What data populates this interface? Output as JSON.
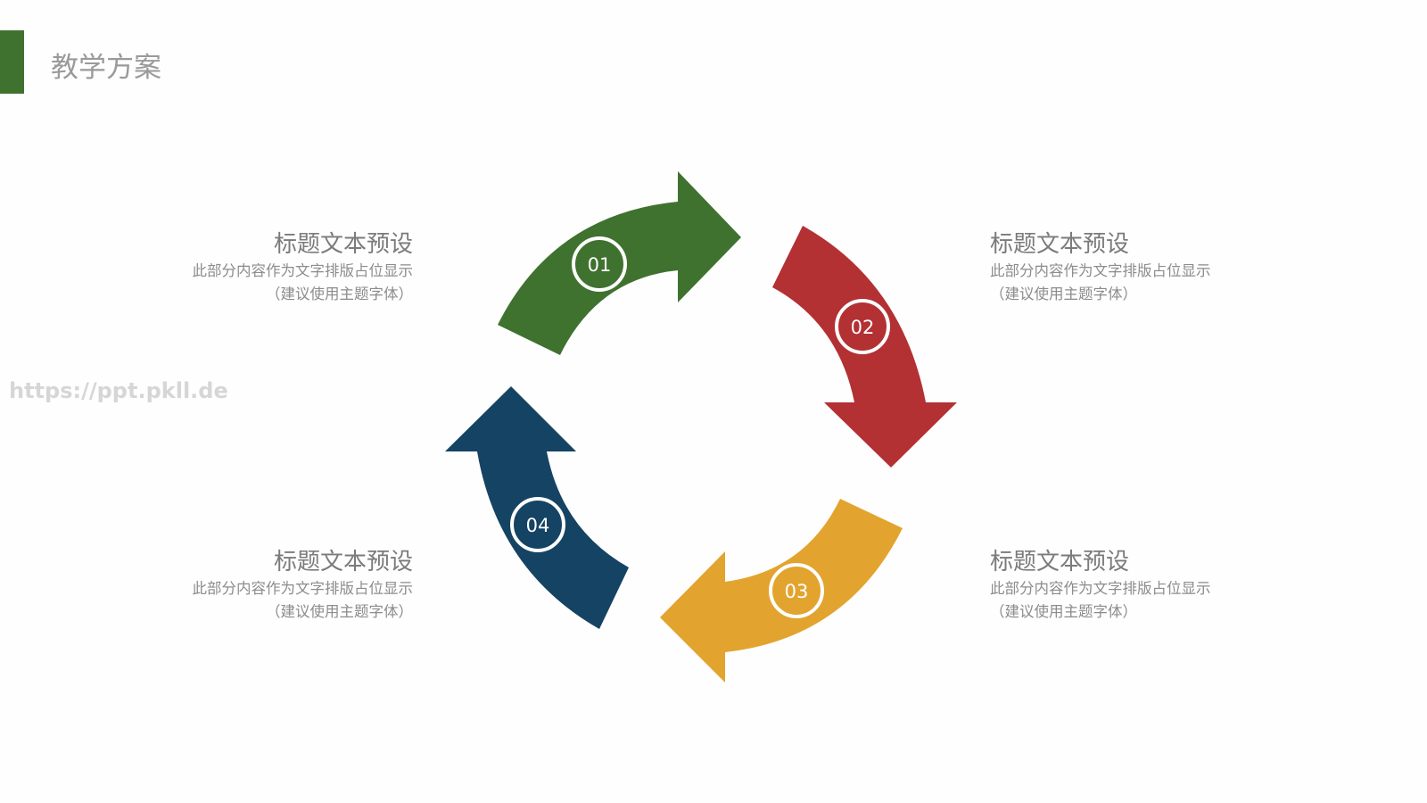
{
  "header": {
    "title": "教学方案",
    "accent_color": "#3f722f"
  },
  "watermark": "https://ppt.pkll.de",
  "steps": [
    {
      "number": "01",
      "color": "#3f722f",
      "direction": "right",
      "title": "标题文本预设",
      "desc_line1": "此部分内容作为文字排版占位显示",
      "desc_line2": "（建议使用主题字体）"
    },
    {
      "number": "02",
      "color": "#b33033",
      "direction": "down",
      "title": "标题文本预设",
      "desc_line1": "此部分内容作为文字排版占位显示",
      "desc_line2": "（建议使用主题字体）"
    },
    {
      "number": "03",
      "color": "#e2a42e",
      "direction": "left",
      "title": "标题文本预设",
      "desc_line1": "此部分内容作为文字排版占位显示",
      "desc_line2": "（建议使用主题字体）"
    },
    {
      "number": "04",
      "color": "#154363",
      "direction": "up",
      "title": "标题文本预设",
      "desc_line1": "此部分内容作为文字排版占位显示",
      "desc_line2": "（建议使用主题字体）"
    }
  ]
}
